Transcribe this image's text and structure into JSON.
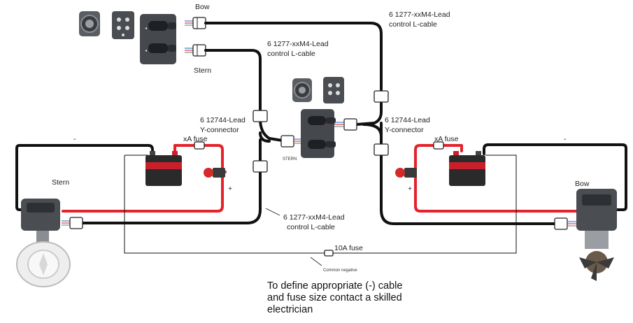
{
  "labels": {
    "bow_top": "Bow",
    "stern_top": "Stern",
    "lead_top_left_1": "6 1277-xxM4-Lead",
    "lead_top_left_2": "control L-cable",
    "lead_top_right_1": "6 1277-xxM4-Lead",
    "lead_top_right_2": "control L-cable",
    "yconn_left_1": "6 12744-Lead",
    "yconn_left_2": "Y-connector",
    "yconn_right_1": "6 12744-Lead",
    "yconn_right_2": "Y-connector",
    "fuse_left": "xA fuse",
    "fuse_right": "xA fuse",
    "minus_left": "-",
    "minus_right": "-",
    "plus_left": "+",
    "plus_right": "+",
    "stern_thruster": "Stern",
    "bow_thruster": "Bow",
    "panel_stern": "STERN",
    "lead_bottom_1": "6 1277-xxM4-Lead",
    "lead_bottom_2": "control L-cable",
    "fuse_10a": "10A fuse",
    "common_negative": "Common negative",
    "note_1": "To define appropriate (-) cable",
    "note_2": "and fuse size contact a skilled",
    "note_3": "electrician"
  },
  "colors": {
    "cable": "#111111",
    "positive": "#e4222a",
    "panel": "#4a4d52",
    "battery": "#2a2a2a"
  },
  "icons": [
    "rotary-control-icon",
    "touch-panel-icon",
    "joystick-panel-icon",
    "battery-icon",
    "main-switch-icon",
    "thruster-icon",
    "connector-icon",
    "fuse-icon"
  ]
}
